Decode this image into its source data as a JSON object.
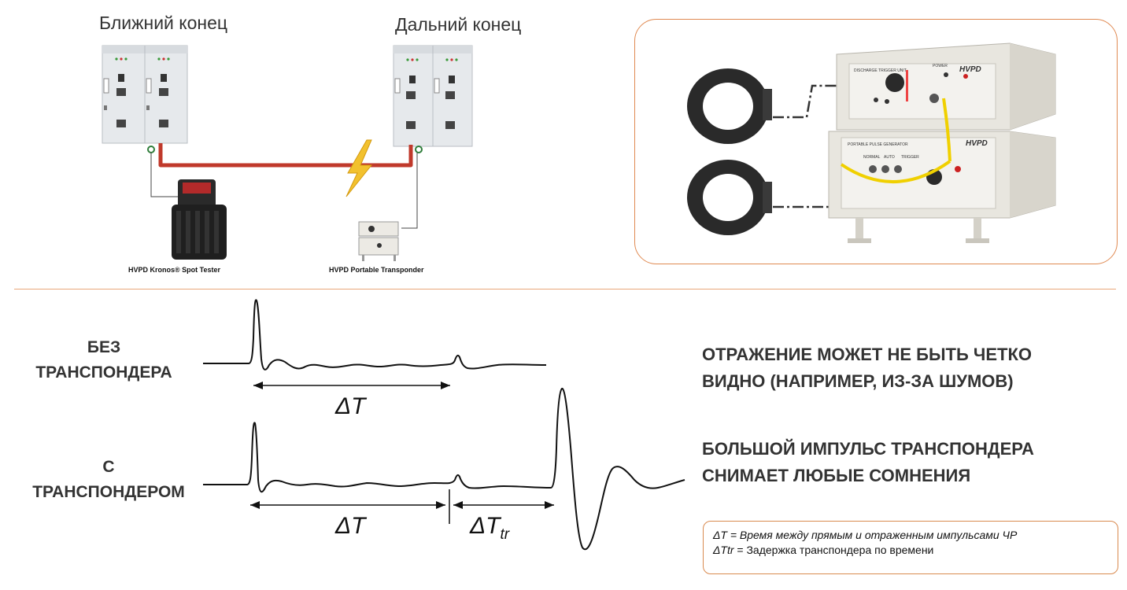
{
  "labels": {
    "near_end": "Ближний конец",
    "far_end": "Дальний конец",
    "kronos_caption": "HVPD Kronos® Spot Tester",
    "transponder_caption": "HVPD Portable Transponder",
    "without_line1": "БЕЗ",
    "without_line2": "ТРАНСПОНДЕРА",
    "with_line1": "С",
    "with_line2": "ТРАНСПОНДЕРОМ",
    "note1_line1": "ОТРАЖЕНИЕ МОЖЕТ НЕ БЫТЬ ЧЕТКО",
    "note1_line2": "ВИДНО (НАПРИМЕР, ИЗ-ЗА ШУМОВ)",
    "note2_line1": "БОЛЬШОЙ ИМПУЛЬС ТРАНСПОНДЕРА",
    "note2_line2": "СНИМАЕТ ЛЮБЫЕ СОМНЕНИЯ",
    "delta_t": "ΔT",
    "delta_ttr_main": "ΔT",
    "delta_ttr_sub": "tr"
  },
  "legend": {
    "line1_symbol": "ΔT",
    "line1_text": " = Время между прямым и отраженным импульсами ЧР",
    "line2_symbol": "ΔTtr",
    "line2_text": " = Задержка транспондера по времени"
  },
  "device_labels": {
    "brand": "HVPD",
    "trigger_unit": "DISCHARGE TRIGGER UNIT",
    "pulse_gen": "PORTABLE PULSE GENERATOR",
    "power": "POWER",
    "normal": "NORMAL",
    "auto": "AUTO",
    "trigger": "TRIGGER"
  },
  "colors": {
    "accent": "#e08a52",
    "cable": "#c0392b",
    "lightning": "#f2c12e",
    "yellow_cable": "#f0d000"
  },
  "icons": [
    "switchgear-icon",
    "lightning-icon",
    "tester-case-icon",
    "transponder-icon",
    "sensor-clamp-icon",
    "pulse-device-icon"
  ]
}
